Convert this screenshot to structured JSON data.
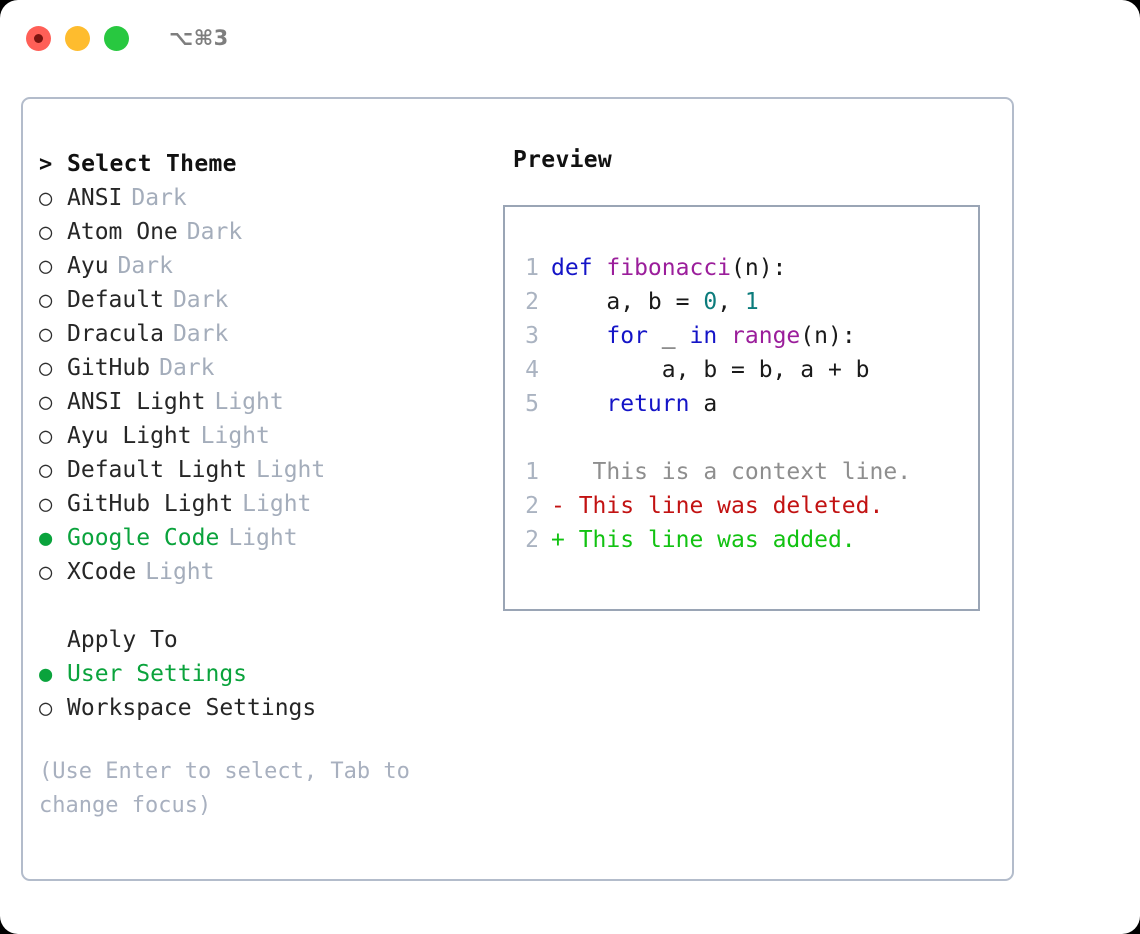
{
  "window": {
    "shortcut": "⌥⌘3",
    "traffic_lights": [
      {
        "name": "close-button",
        "color": "#ff5f57"
      },
      {
        "name": "minimize-button",
        "color": "#febc2e"
      },
      {
        "name": "maximize-button",
        "color": "#28c840"
      }
    ]
  },
  "colors": {
    "accent_green": "#0aa33c",
    "muted": "#a4adbb",
    "hint": "#a8b0bf",
    "panel_border": "#b3bccb",
    "preview_border": "#9aa5b5",
    "keyword": "#1414c7",
    "function": "#9b1e9b",
    "number": "#0c7c7c",
    "lineno": "#aab3c1",
    "diff_context": "#8e8e8e",
    "diff_delete": "#c21212",
    "diff_add": "#12c212"
  },
  "theme_list": {
    "header_marker": ">",
    "header_label": "Select Theme",
    "marker_unselected": "○",
    "marker_selected": "●",
    "items": [
      {
        "marker": "○",
        "label": "ANSI",
        "variant": "Dark",
        "selected": false
      },
      {
        "marker": "○",
        "label": "Atom One",
        "variant": "Dark",
        "selected": false
      },
      {
        "marker": "○",
        "label": "Ayu",
        "variant": "Dark",
        "selected": false
      },
      {
        "marker": "○",
        "label": "Default",
        "variant": "Dark",
        "selected": false
      },
      {
        "marker": "○",
        "label": "Dracula",
        "variant": "Dark",
        "selected": false
      },
      {
        "marker": "○",
        "label": "GitHub",
        "variant": "Dark",
        "selected": false
      },
      {
        "marker": "○",
        "label": "ANSI Light",
        "variant": "Light",
        "selected": false
      },
      {
        "marker": "○",
        "label": "Ayu Light",
        "variant": "Light",
        "selected": false
      },
      {
        "marker": "○",
        "label": "Default Light",
        "variant": "Light",
        "selected": false
      },
      {
        "marker": "○",
        "label": "GitHub Light",
        "variant": "Light",
        "selected": false
      },
      {
        "marker": "●",
        "label": "Google Code",
        "variant": "Light",
        "selected": true
      },
      {
        "marker": "○",
        "label": "XCode",
        "variant": "Light",
        "selected": false
      }
    ]
  },
  "apply_to": {
    "header_marker": " ",
    "header_label": "Apply To",
    "items": [
      {
        "marker": "●",
        "label": "User Settings",
        "selected": true
      },
      {
        "marker": "○",
        "label": "Workspace Settings",
        "selected": false
      }
    ]
  },
  "hint": "(Use Enter to select, Tab to change focus)",
  "preview": {
    "title": "Preview",
    "code_lines": [
      {
        "lineno": "1",
        "tokens": [
          {
            "text": "def ",
            "type": "keyword"
          },
          {
            "text": "fibonacci",
            "type": "function"
          },
          {
            "text": "(n):",
            "type": "plain"
          }
        ]
      },
      {
        "lineno": "2",
        "tokens": [
          {
            "text": "    a, b = ",
            "type": "plain"
          },
          {
            "text": "0",
            "type": "number"
          },
          {
            "text": ", ",
            "type": "plain"
          },
          {
            "text": "1",
            "type": "number"
          }
        ]
      },
      {
        "lineno": "3",
        "tokens": [
          {
            "text": "    ",
            "type": "plain"
          },
          {
            "text": "for",
            "type": "keyword"
          },
          {
            "text": " _ ",
            "type": "plain"
          },
          {
            "text": "in",
            "type": "keyword"
          },
          {
            "text": " ",
            "type": "plain"
          },
          {
            "text": "range",
            "type": "function"
          },
          {
            "text": "(n):",
            "type": "plain"
          }
        ]
      },
      {
        "lineno": "4",
        "tokens": [
          {
            "text": "        a, b = b, a + b",
            "type": "plain"
          }
        ]
      },
      {
        "lineno": "5",
        "tokens": [
          {
            "text": "    ",
            "type": "plain"
          },
          {
            "text": "return",
            "type": "keyword"
          },
          {
            "text": " a",
            "type": "plain"
          }
        ]
      }
    ],
    "diff_lines": [
      {
        "lineno": "1",
        "sign": " ",
        "text": "  This is a context line.",
        "type": "context"
      },
      {
        "lineno": "2",
        "sign": "-",
        "text": " This line was deleted.",
        "type": "delete"
      },
      {
        "lineno": "2",
        "sign": "+",
        "text": " This line was added.",
        "type": "add"
      }
    ]
  }
}
